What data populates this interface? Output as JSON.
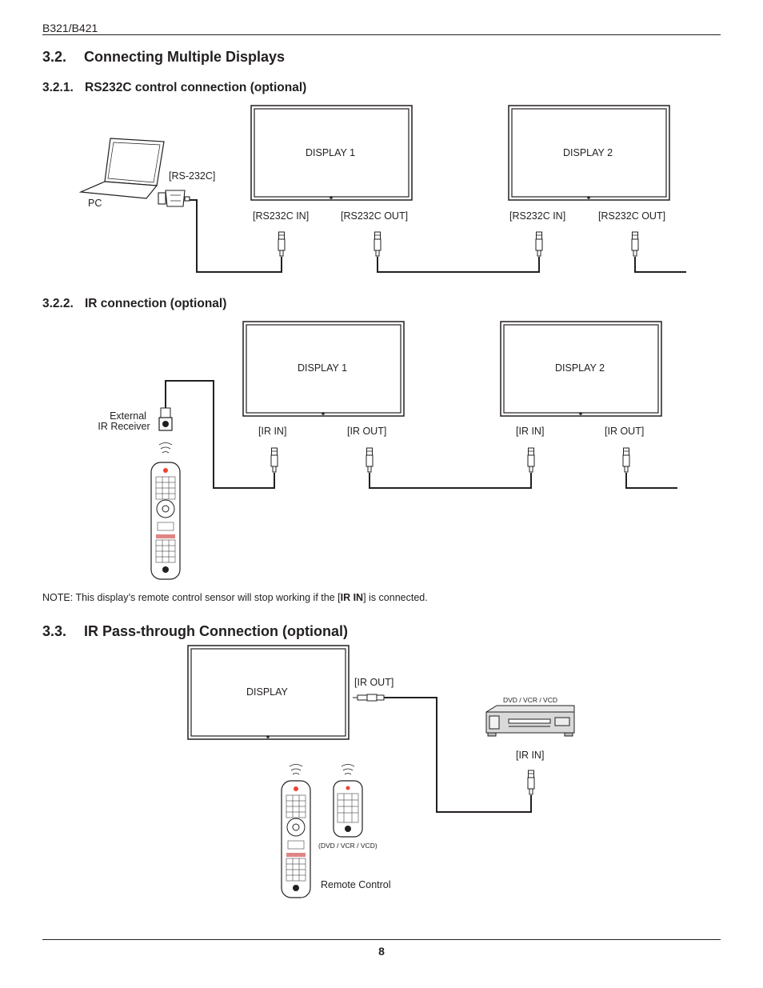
{
  "header": {
    "model": "B321/B421"
  },
  "sections": {
    "s32": {
      "number": "3.2.",
      "title": "Connecting Multiple Displays"
    },
    "s321": {
      "number": "3.2.1.",
      "title": "RS232C control connection (optional)"
    },
    "s322": {
      "number": "3.2.2.",
      "title": "IR connection (optional)"
    },
    "s33": {
      "number": "3.3.",
      "title": "IR Pass-through Connection (optional)"
    }
  },
  "rs232": {
    "pc": "PC",
    "port": "[RS-232C]",
    "display1": "DISPLAY 1",
    "display2": "DISPLAY 2",
    "in1": "[RS232C IN]",
    "out1": "[RS232C OUT]",
    "in2": "[RS232C IN]",
    "out2": "[RS232C OUT]"
  },
  "ir": {
    "receiver_line1": "External",
    "receiver_line2": "IR Receiver",
    "display1": "DISPLAY 1",
    "display2": "DISPLAY 2",
    "in1": "[IR IN]",
    "out1": "[IR OUT]",
    "in2": "[IR IN]",
    "out2": "[IR OUT]"
  },
  "note": {
    "prefix": "NOTE: This display’s remote control sensor will stop working if the [",
    "bold": "IR IN",
    "suffix": "] is connected."
  },
  "pass": {
    "display": "DISPLAY",
    "ir_out": "[IR OUT]",
    "dvd_label": "DVD / VCR / VCD",
    "ir_in": "[IR IN]",
    "remote2_label": "(DVD / VCR / VCD)",
    "remote_control": "Remote Control"
  },
  "footer": {
    "page": "8"
  }
}
